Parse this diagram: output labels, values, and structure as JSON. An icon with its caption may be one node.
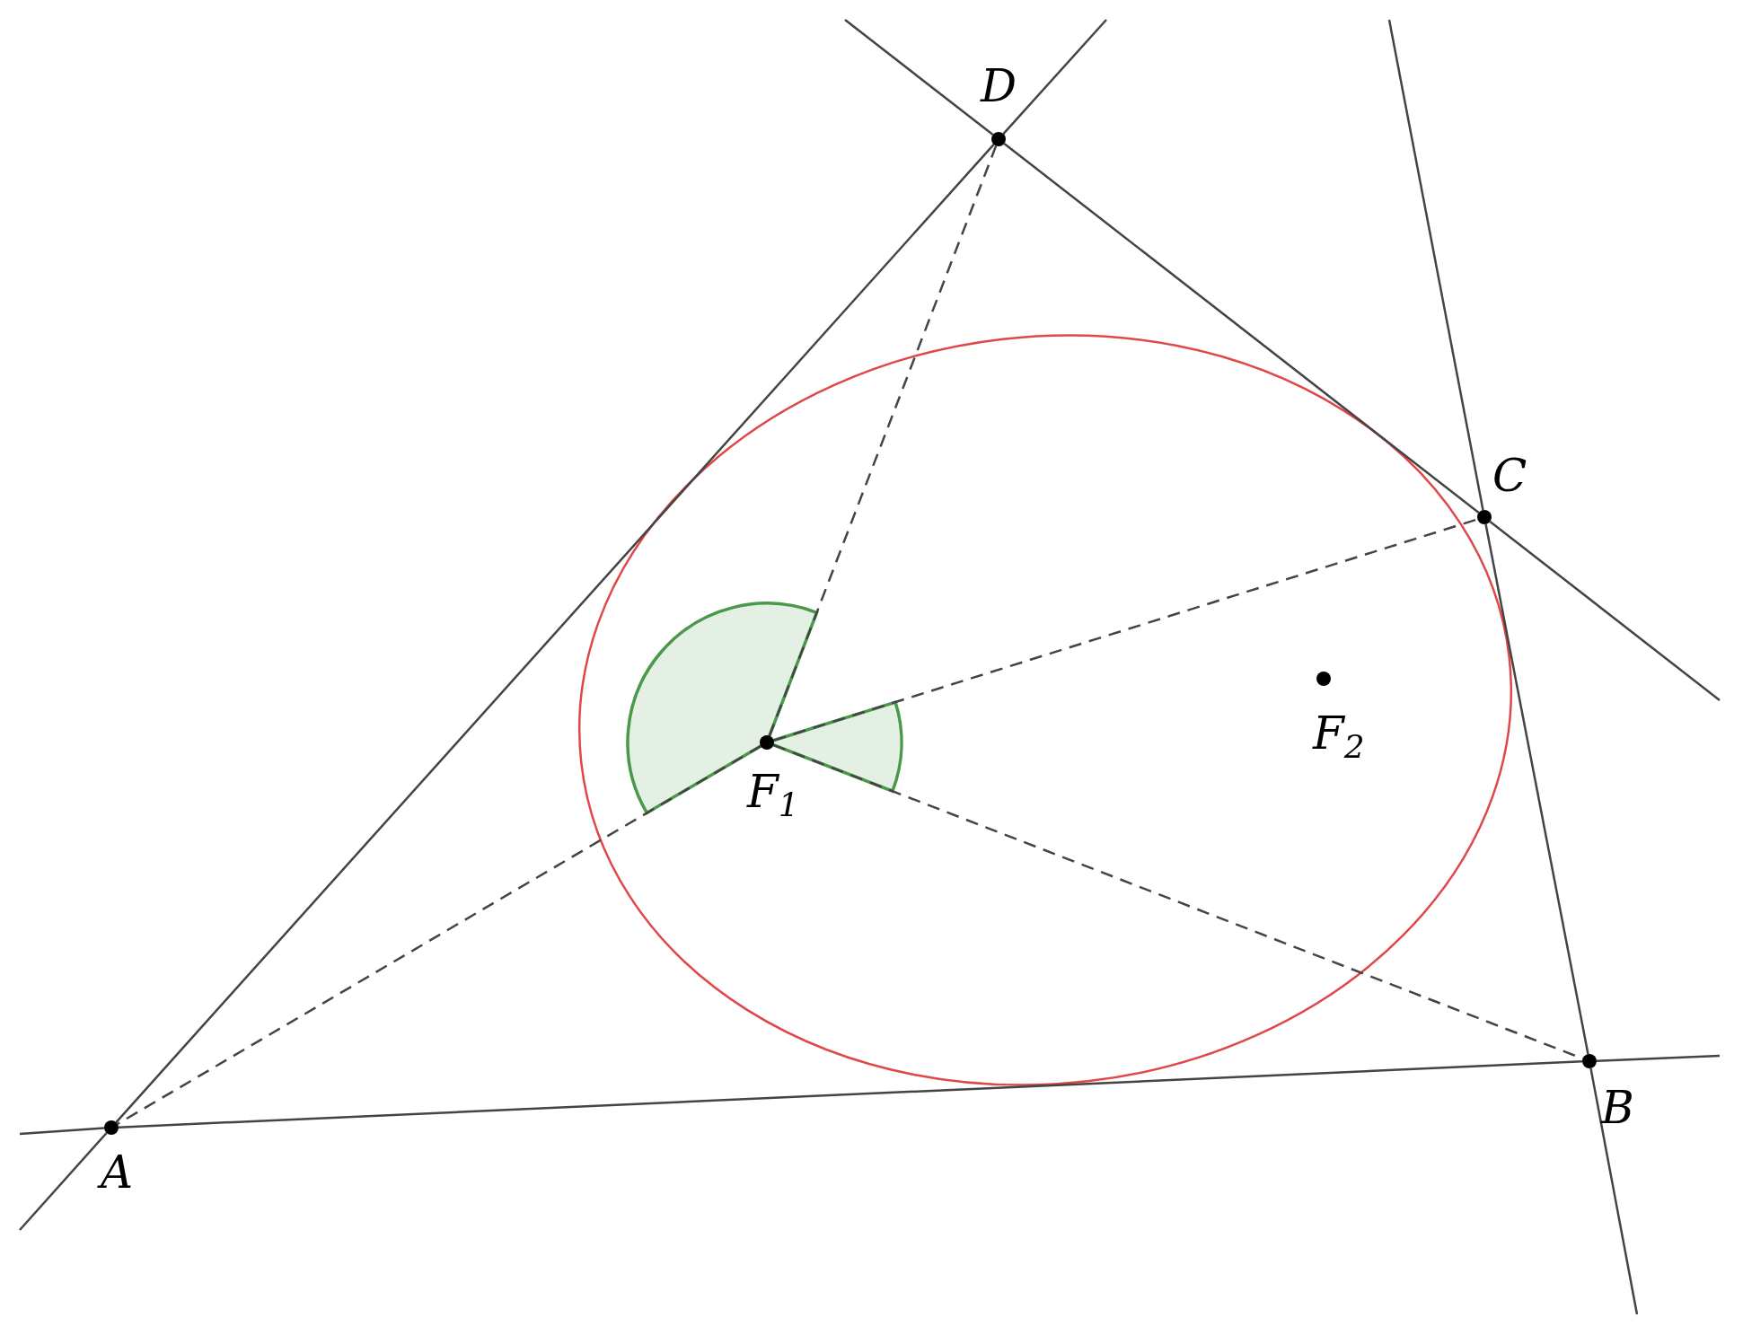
{
  "diagram": {
    "nodes": [
      {
        "text": [
          "A"
        ]
      },
      {
        "text": [
          "B"
        ]
      },
      {
        "text": [
          "C"
        ]
      },
      {
        "text": [
          "D"
        ]
      },
      {
        "text": [
          "F$_{1}$"
        ]
      },
      {
        "text": [
          "F$_{2}$"
        ]
      }
    ],
    "edges": [
      {
        "from": 0,
        "to": 3,
        "arrow": "none"
      },
      {
        "from": 3,
        "to": 2,
        "arrow": "none"
      },
      {
        "from": 2,
        "to": 1,
        "arrow": "none"
      },
      {
        "from": 1,
        "to": 0,
        "arrow": "none"
      },
      {
        "from": 4,
        "to": 3,
        "arrow": "none",
        "style": "dashed"
      },
      {
        "from": 4,
        "to": 2,
        "arrow": "none",
        "style": "dashed"
      },
      {
        "from": 4,
        "to": 1,
        "arrow": "none",
        "style": "dashed"
      },
      {
        "from": 4,
        "to": 0,
        "arrow": "none",
        "style": "dashed"
      }
    ]
  }
}
